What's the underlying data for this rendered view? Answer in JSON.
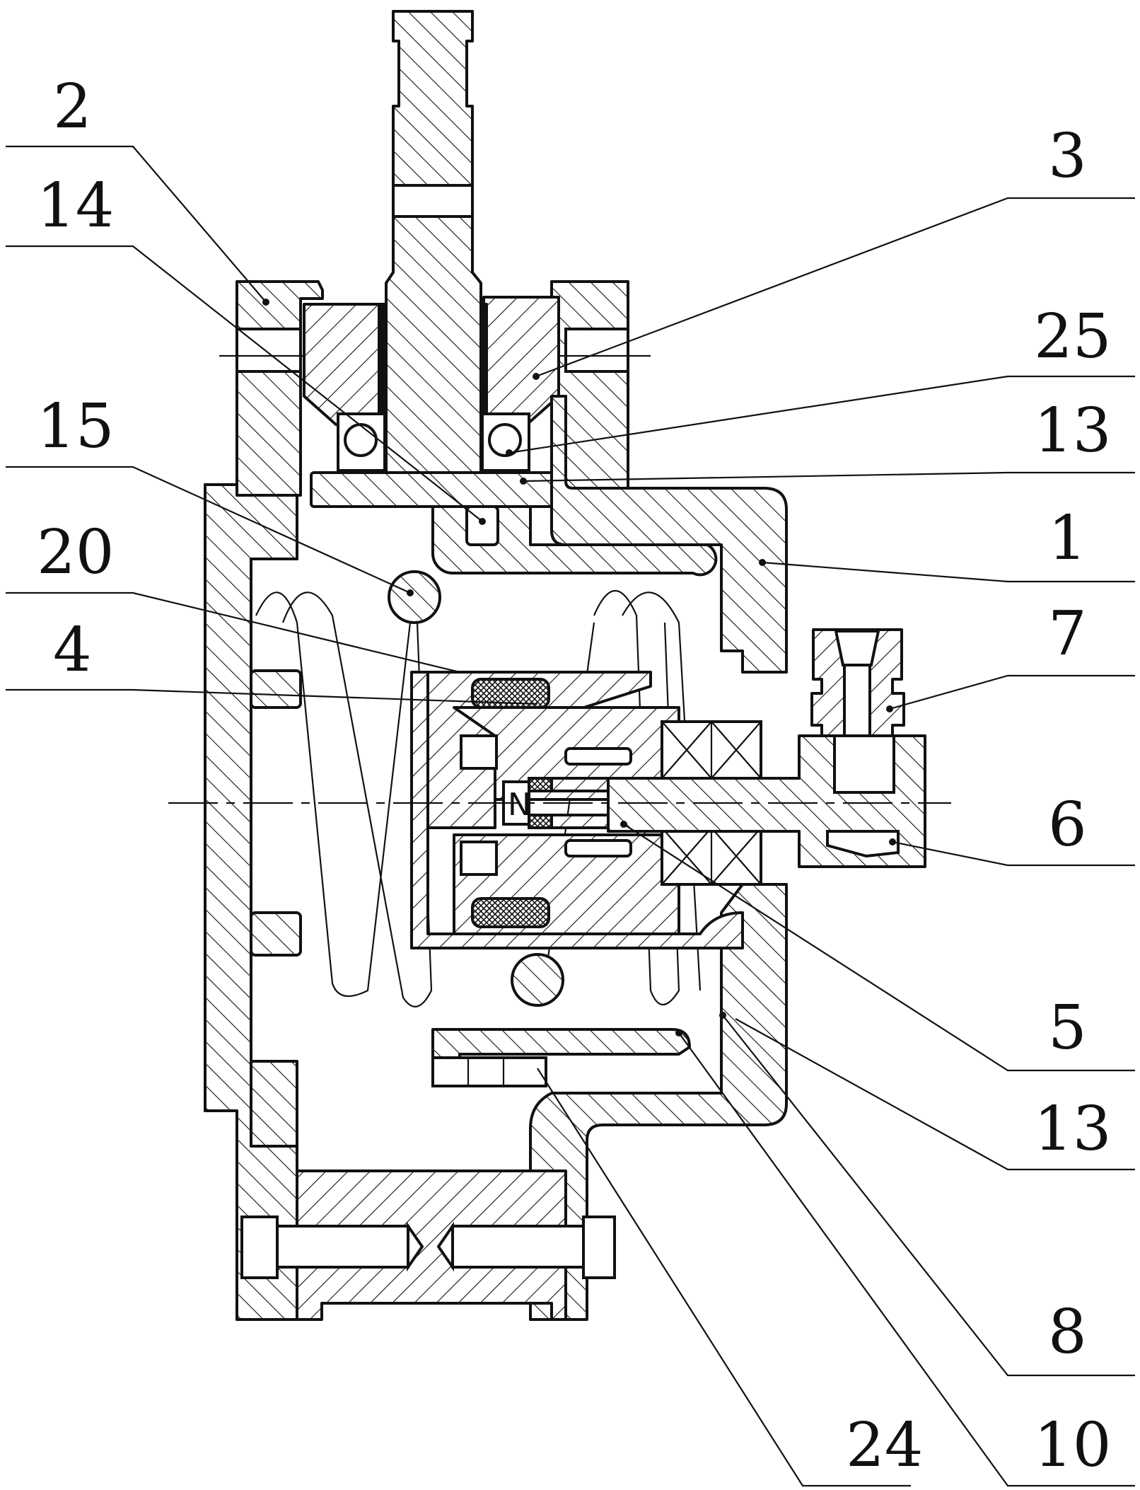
{
  "figure": {
    "type": "mechanical cross-section drawing",
    "colors": {
      "line": "#111111",
      "background": "#ffffff"
    }
  },
  "labels": {
    "left": [
      {
        "id": "2",
        "text": "2"
      },
      {
        "id": "14",
        "text": "14"
      },
      {
        "id": "15",
        "text": "15"
      },
      {
        "id": "20",
        "text": "20"
      },
      {
        "id": "4",
        "text": "4"
      }
    ],
    "right": [
      {
        "id": "3",
        "text": "3"
      },
      {
        "id": "25",
        "text": "25"
      },
      {
        "id": "13a",
        "text": "13"
      },
      {
        "id": "1",
        "text": "1"
      },
      {
        "id": "7",
        "text": "7"
      },
      {
        "id": "6",
        "text": "6"
      },
      {
        "id": "5",
        "text": "5"
      },
      {
        "id": "13b",
        "text": "13"
      },
      {
        "id": "8",
        "text": "8"
      },
      {
        "id": "10",
        "text": "10"
      }
    ],
    "bottom": [
      {
        "id": "24",
        "text": "24"
      }
    ]
  }
}
